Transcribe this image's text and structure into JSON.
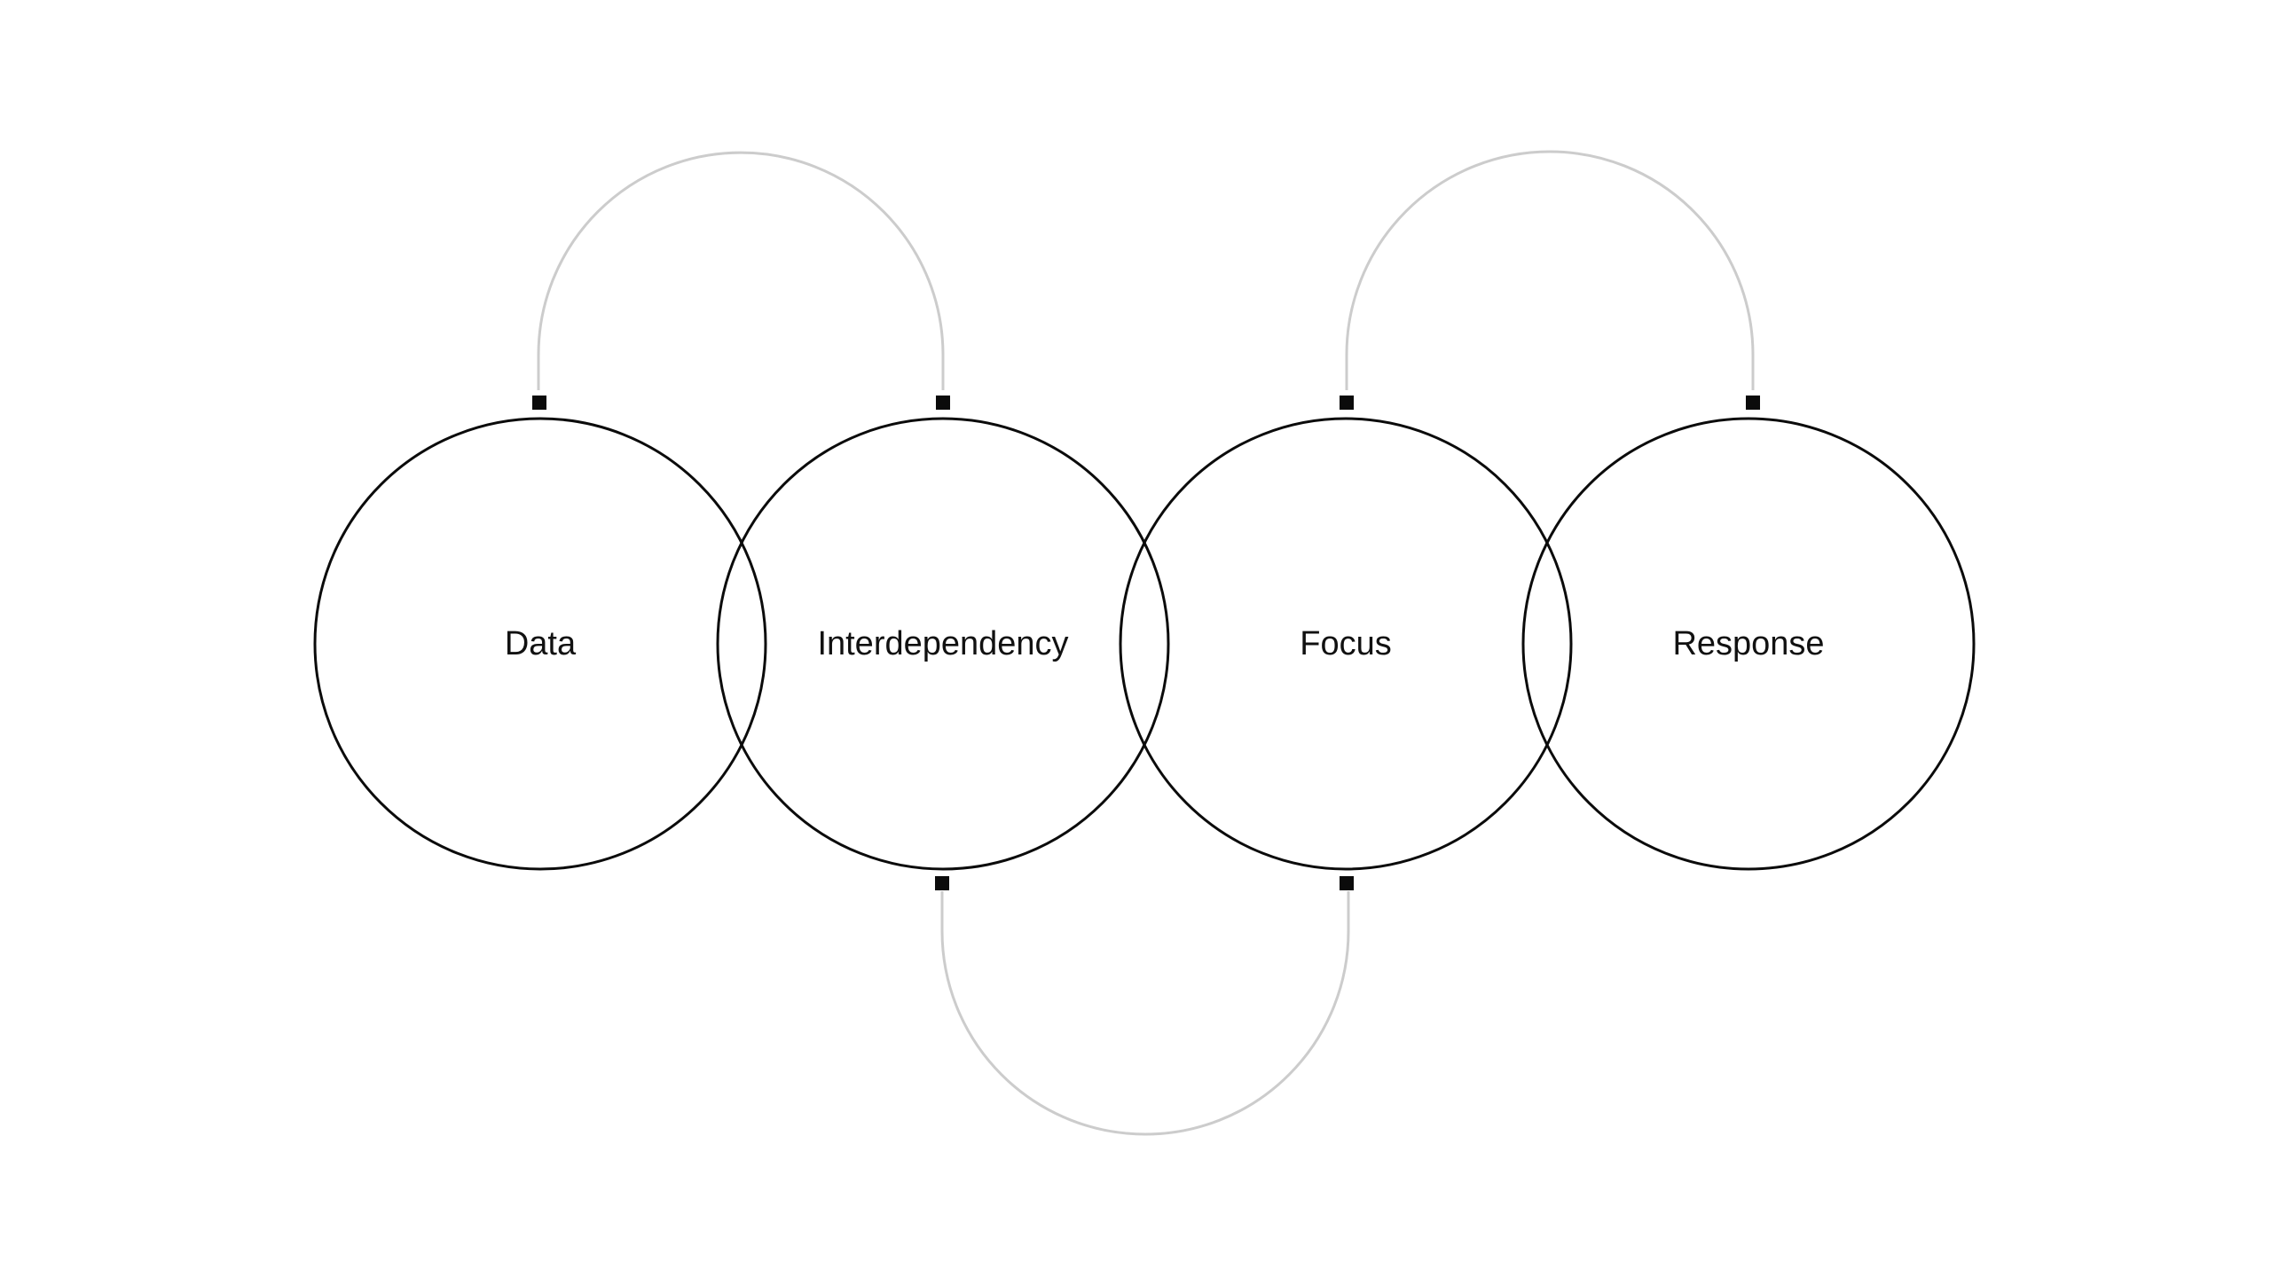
{
  "diagram": {
    "nodes": [
      {
        "id": "data",
        "label": "Data"
      },
      {
        "id": "interdependency",
        "label": "Interdependency"
      },
      {
        "id": "focus",
        "label": "Focus"
      },
      {
        "id": "response",
        "label": "Response"
      }
    ],
    "connections": [
      {
        "from": "data",
        "to": "interdependency",
        "side": "top"
      },
      {
        "from": "focus",
        "to": "response",
        "side": "top"
      },
      {
        "from": "interdependency",
        "to": "focus",
        "side": "bottom"
      }
    ],
    "colors": {
      "ring": "#0b0b0b",
      "connector": "#cccccc",
      "port": "#0b0b0b",
      "background": "#ffffff"
    }
  }
}
